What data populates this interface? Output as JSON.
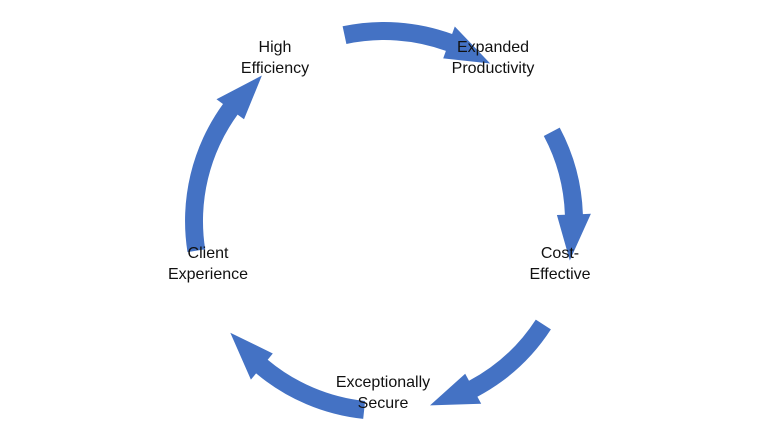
{
  "diagram": {
    "type": "cycle",
    "arrow_color": "#4472C4",
    "nodes": [
      {
        "id": "high-efficiency",
        "lines": [
          "High",
          "Efficiency"
        ]
      },
      {
        "id": "expanded-productivity",
        "lines": [
          "Expanded",
          "Productivity"
        ]
      },
      {
        "id": "cost-effective",
        "lines": [
          "Cost-",
          "Effective"
        ]
      },
      {
        "id": "exceptionally-secure",
        "lines": [
          "Exceptionally",
          "Secure"
        ]
      },
      {
        "id": "client-experience",
        "lines": [
          "Client",
          "Experience"
        ]
      }
    ],
    "arrows": [
      {
        "from": "high-efficiency",
        "to": "expanded-productivity"
      },
      {
        "from": "expanded-productivity",
        "to": "cost-effective"
      },
      {
        "from": "cost-effective",
        "to": "exceptionally-secure"
      },
      {
        "from": "exceptionally-secure",
        "to": "client-experience"
      },
      {
        "from": "client-experience",
        "to": "high-efficiency"
      }
    ]
  }
}
